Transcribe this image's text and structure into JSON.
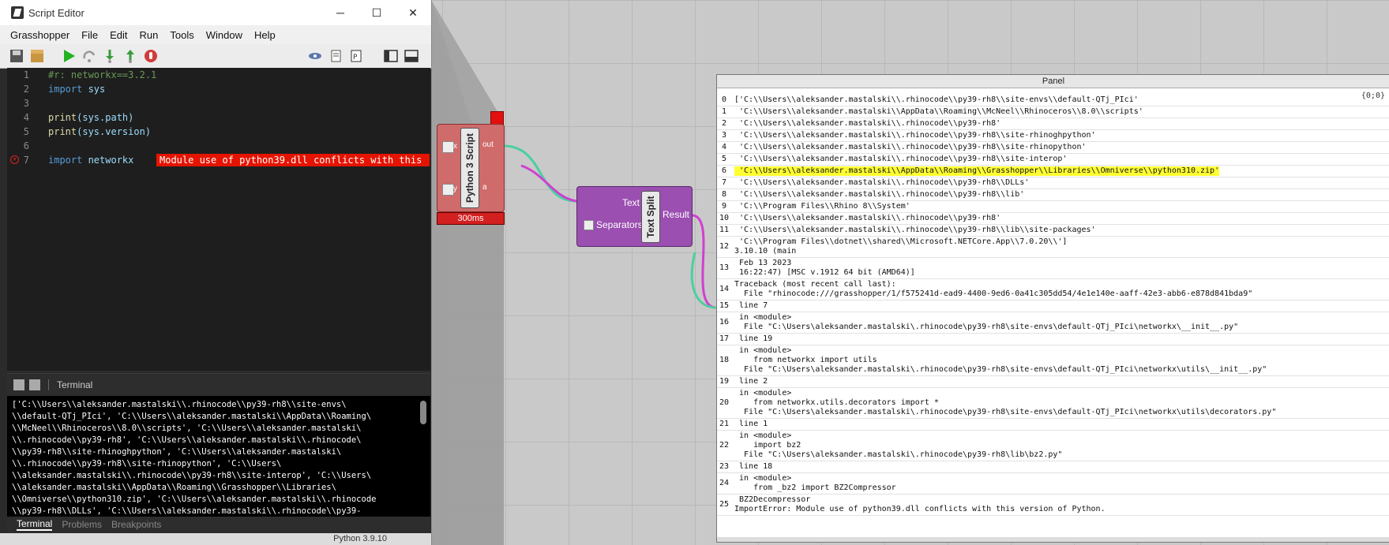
{
  "window": {
    "title": "Script Editor",
    "minimize": "─",
    "maximize": "☐",
    "close": "✕"
  },
  "menu": [
    "Grasshopper",
    "File",
    "Edit",
    "Run",
    "Tools",
    "Window",
    "Help"
  ],
  "editor": {
    "lines": [
      {
        "n": "1",
        "tokens": [
          {
            "t": "#r: networkx==3.2.1",
            "c": "cm"
          }
        ]
      },
      {
        "n": "2",
        "tokens": [
          {
            "t": "import",
            "c": "kw"
          },
          {
            "t": " sys",
            "c": "id"
          }
        ]
      },
      {
        "n": "3",
        "tokens": []
      },
      {
        "n": "4",
        "tokens": [
          {
            "t": "print",
            "c": "fn"
          },
          {
            "t": "(sys.path)",
            "c": "id"
          }
        ]
      },
      {
        "n": "5",
        "tokens": [
          {
            "t": "print",
            "c": "fn"
          },
          {
            "t": "(sys.version)",
            "c": "id"
          }
        ]
      },
      {
        "n": "6",
        "tokens": []
      },
      {
        "n": "7",
        "tokens": [
          {
            "t": "import",
            "c": "kw"
          },
          {
            "t": " networkx",
            "c": "id"
          }
        ],
        "error": "Module use of python39.dll conflicts with this ..."
      }
    ]
  },
  "terminal": {
    "tab_label": "Terminal",
    "text": "['C:\\\\Users\\\\aleksander.mastalski\\\\.rhinocode\\\\py39-rh8\\\\site-envs\\\n\\\\default-QTj_PIci', 'C:\\\\Users\\\\aleksander.mastalski\\\\AppData\\\\Roaming\\\n\\\\McNeel\\\\Rhinoceros\\\\8.0\\\\scripts', 'C:\\\\Users\\\\aleksander.mastalski\\\n\\\\.rhinocode\\\\py39-rh8', 'C:\\\\Users\\\\aleksander.mastalski\\\\.rhinocode\\\n\\\\py39-rh8\\\\site-rhinoghpython', 'C:\\\\Users\\\\aleksander.mastalski\\\n\\\\.rhinocode\\\\py39-rh8\\\\site-rhinopython', 'C:\\\\Users\\\n\\\\aleksander.mastalski\\\\.rhinocode\\\\py39-rh8\\\\site-interop', 'C:\\\\Users\\\n\\\\aleksander.mastalski\\\\AppData\\\\Roaming\\\\Grasshopper\\\\Libraries\\\n\\\\Omniverse\\\\python310.zip', 'C:\\\\Users\\\\aleksander.mastalski\\\\.rhinocode\n\\\\py39-rh8\\\\DLLs', 'C:\\\\Users\\\\aleksander.mastalski\\\\.rhinocode\\\\py39-"
  },
  "bottom_tabs": [
    "Terminal",
    "Problems",
    "Breakpoints"
  ],
  "status": {
    "version": "Python 3.9.10"
  },
  "python_component": {
    "label": "Python 3 Script",
    "inputs": [
      "x",
      "y"
    ],
    "outputs": [
      "out",
      "a"
    ],
    "time": "300ms"
  },
  "textsplit_component": {
    "label": "Text Split",
    "inputs": [
      "Text",
      "Separators"
    ],
    "outputs": [
      "Result"
    ]
  },
  "panel": {
    "title": "Panel",
    "path": "{0;0}",
    "rows": [
      {
        "i": "0",
        "t": "['C:\\\\Users\\\\aleksander.mastalski\\\\.rhinocode\\\\py39-rh8\\\\site-envs\\\\default-QTj_PIci'"
      },
      {
        "i": "1",
        "t": " 'C:\\\\Users\\\\aleksander.mastalski\\\\AppData\\\\Roaming\\\\McNeel\\\\Rhinoceros\\\\8.0\\\\scripts'"
      },
      {
        "i": "2",
        "t": " 'C:\\\\Users\\\\aleksander.mastalski\\\\.rhinocode\\\\py39-rh8'"
      },
      {
        "i": "3",
        "t": " 'C:\\\\Users\\\\aleksander.mastalski\\\\.rhinocode\\\\py39-rh8\\\\site-rhinoghpython'"
      },
      {
        "i": "4",
        "t": " 'C:\\\\Users\\\\aleksander.mastalski\\\\.rhinocode\\\\py39-rh8\\\\site-rhinopython'"
      },
      {
        "i": "5",
        "t": " 'C:\\\\Users\\\\aleksander.mastalski\\\\.rhinocode\\\\py39-rh8\\\\site-interop'"
      },
      {
        "i": "6",
        "t": " 'C:\\\\Users\\\\aleksander.mastalski\\\\AppData\\\\Roaming\\\\Grasshopper\\\\Libraries\\\\Omniverse\\\\python310.zip'",
        "highlight": true
      },
      {
        "i": "7",
        "t": " 'C:\\\\Users\\\\aleksander.mastalski\\\\.rhinocode\\\\py39-rh8\\\\DLLs'"
      },
      {
        "i": "8",
        "t": " 'C:\\\\Users\\\\aleksander.mastalski\\\\.rhinocode\\\\py39-rh8\\\\lib'"
      },
      {
        "i": "9",
        "t": " 'C:\\\\Program Files\\\\Rhino 8\\\\System'"
      },
      {
        "i": "10",
        "t": " 'C:\\\\Users\\\\aleksander.mastalski\\\\.rhinocode\\\\py39-rh8'"
      },
      {
        "i": "11",
        "t": " 'C:\\\\Users\\\\aleksander.mastalski\\\\.rhinocode\\\\py39-rh8\\\\lib\\\\site-packages'"
      },
      {
        "i": "12",
        "t": " 'C:\\\\Program Files\\\\dotnet\\\\shared\\\\Microsoft.NETCore.App\\\\7.0.20\\\\']\n3.10.10 (main"
      },
      {
        "i": "13",
        "t": " Feb 13 2023\n 16:22:47) [MSC v.1912 64 bit (AMD64)]"
      },
      {
        "i": "14",
        "t": "Traceback (most recent call last):\n  File \"rhinocode:///grasshopper/1/f575241d-ead9-4400-9ed6-0a41c305dd54/4e1e140e-aaff-42e3-abb6-e878d841bda9\""
      },
      {
        "i": "15",
        "t": " line 7"
      },
      {
        "i": "16",
        "t": " in <module>\n  File \"C:\\Users\\aleksander.mastalski\\.rhinocode\\py39-rh8\\site-envs\\default-QTj_PIci\\networkx\\__init__.py\""
      },
      {
        "i": "17",
        "t": " line 19"
      },
      {
        "i": "18",
        "t": " in <module>\n    from networkx import utils\n  File \"C:\\Users\\aleksander.mastalski\\.rhinocode\\py39-rh8\\site-envs\\default-QTj_PIci\\networkx\\utils\\__init__.py\""
      },
      {
        "i": "19",
        "t": " line 2"
      },
      {
        "i": "20",
        "t": " in <module>\n    from networkx.utils.decorators import *\n  File \"C:\\Users\\aleksander.mastalski\\.rhinocode\\py39-rh8\\site-envs\\default-QTj_PIci\\networkx\\utils\\decorators.py\""
      },
      {
        "i": "21",
        "t": " line 1"
      },
      {
        "i": "22",
        "t": " in <module>\n    import bz2\n  File \"C:\\Users\\aleksander.mastalski\\.rhinocode\\py39-rh8\\lib\\bz2.py\""
      },
      {
        "i": "23",
        "t": " line 18"
      },
      {
        "i": "24",
        "t": " in <module>\n    from _bz2 import BZ2Compressor"
      },
      {
        "i": "25",
        "t": " BZ2Decompressor\nImportError: Module use of python39.dll conflicts with this version of Python."
      }
    ]
  }
}
